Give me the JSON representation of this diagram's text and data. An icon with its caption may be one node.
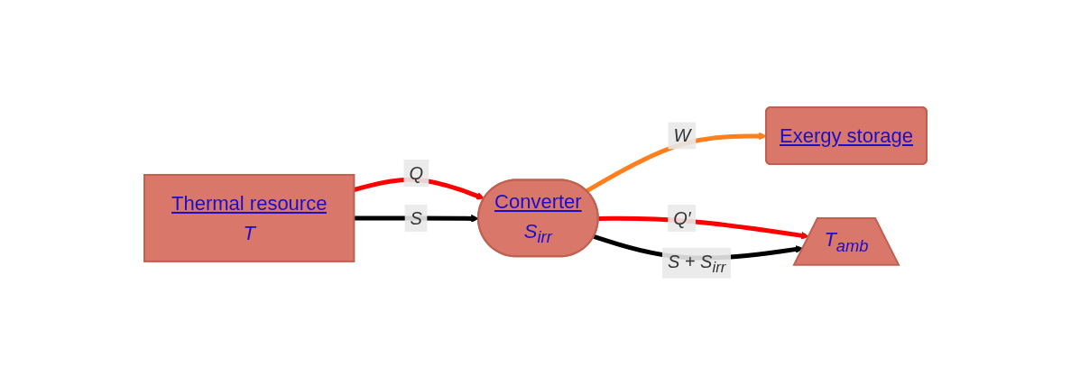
{
  "diagram": {
    "nodes": [
      {
        "text": [
          "Thermal resource",
          "T"
        ]
      },
      {
        "text": [
          "Converter",
          "S$_{irr}$"
        ]
      },
      {
        "text": [
          "Exergy storage"
        ]
      },
      {
        "text": [
          "T$_{amb}$"
        ]
      }
    ],
    "edges": [
      {
        "from": 0,
        "to": 1,
        "arrow": "to",
        "label": "Q",
        "color": "#ff0000"
      },
      {
        "from": 0,
        "to": 1,
        "arrow": "to",
        "label": "S",
        "color": "#000000"
      },
      {
        "from": 1,
        "to": 2,
        "arrow": "to",
        "label": "W",
        "color": "#ff7f1e"
      },
      {
        "from": 1,
        "to": 3,
        "arrow": "to",
        "label": "Q′",
        "color": "#ff0000"
      },
      {
        "from": 1,
        "to": 3,
        "arrow": "to",
        "label": "S + S$_{irr}$",
        "color": "#000000"
      }
    ]
  }
}
